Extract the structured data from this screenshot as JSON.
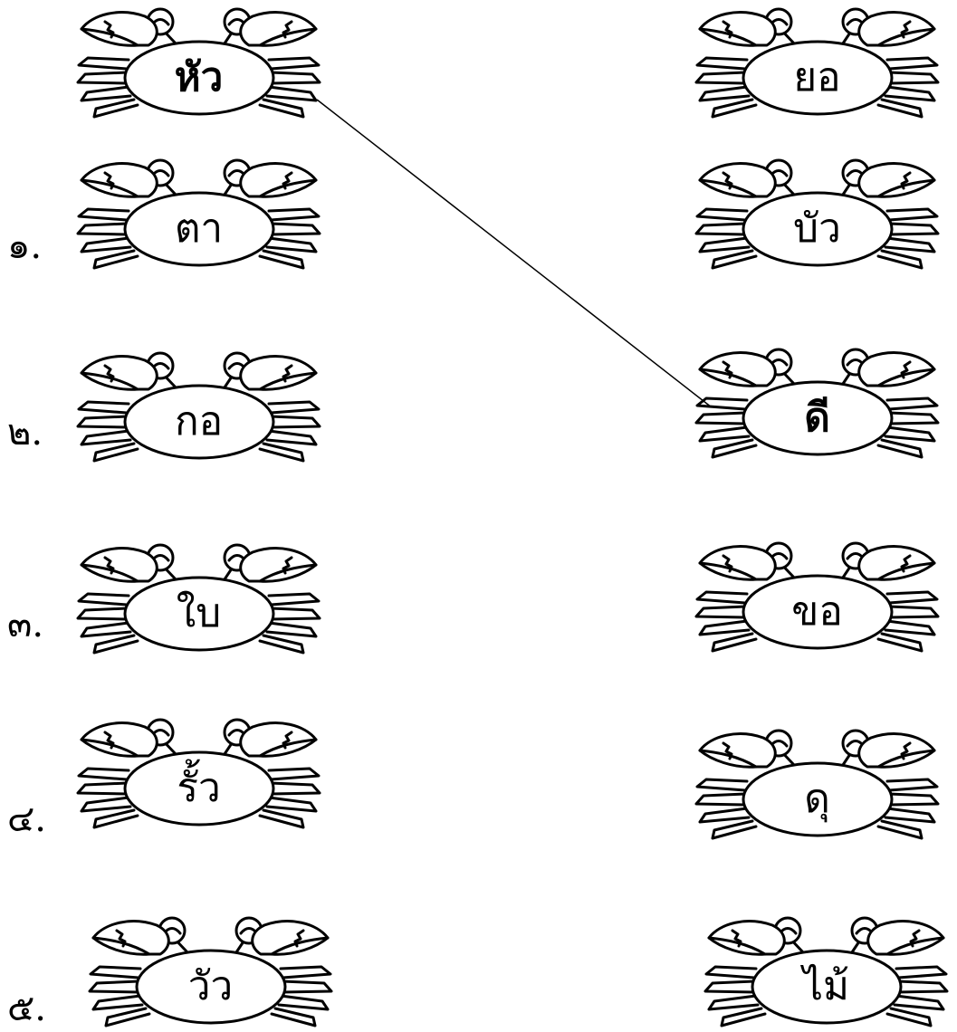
{
  "example": {
    "left_word": "หัว",
    "right_word": "ดี"
  },
  "left_items": [
    {
      "number": "๑.",
      "word": "ตา"
    },
    {
      "number": "๒.",
      "word": "กอ"
    },
    {
      "number": "๓.",
      "word": "ใบ"
    },
    {
      "number": "๔.",
      "word": "รั้ว"
    },
    {
      "number": "๕.",
      "word": "วัว"
    }
  ],
  "right_words": [
    "ยอ",
    "บัว",
    "ดี",
    "ขอ",
    "ดุ",
    "ไม้"
  ]
}
